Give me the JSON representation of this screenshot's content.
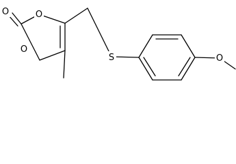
{
  "structure": {
    "atom_labels": {
      "carbonyl_oxygen": "O",
      "ring_oxygen_top": "O",
      "ring_oxygen_bottom": "O",
      "sulfur": "S",
      "methoxy_oxygen": "O"
    }
  }
}
